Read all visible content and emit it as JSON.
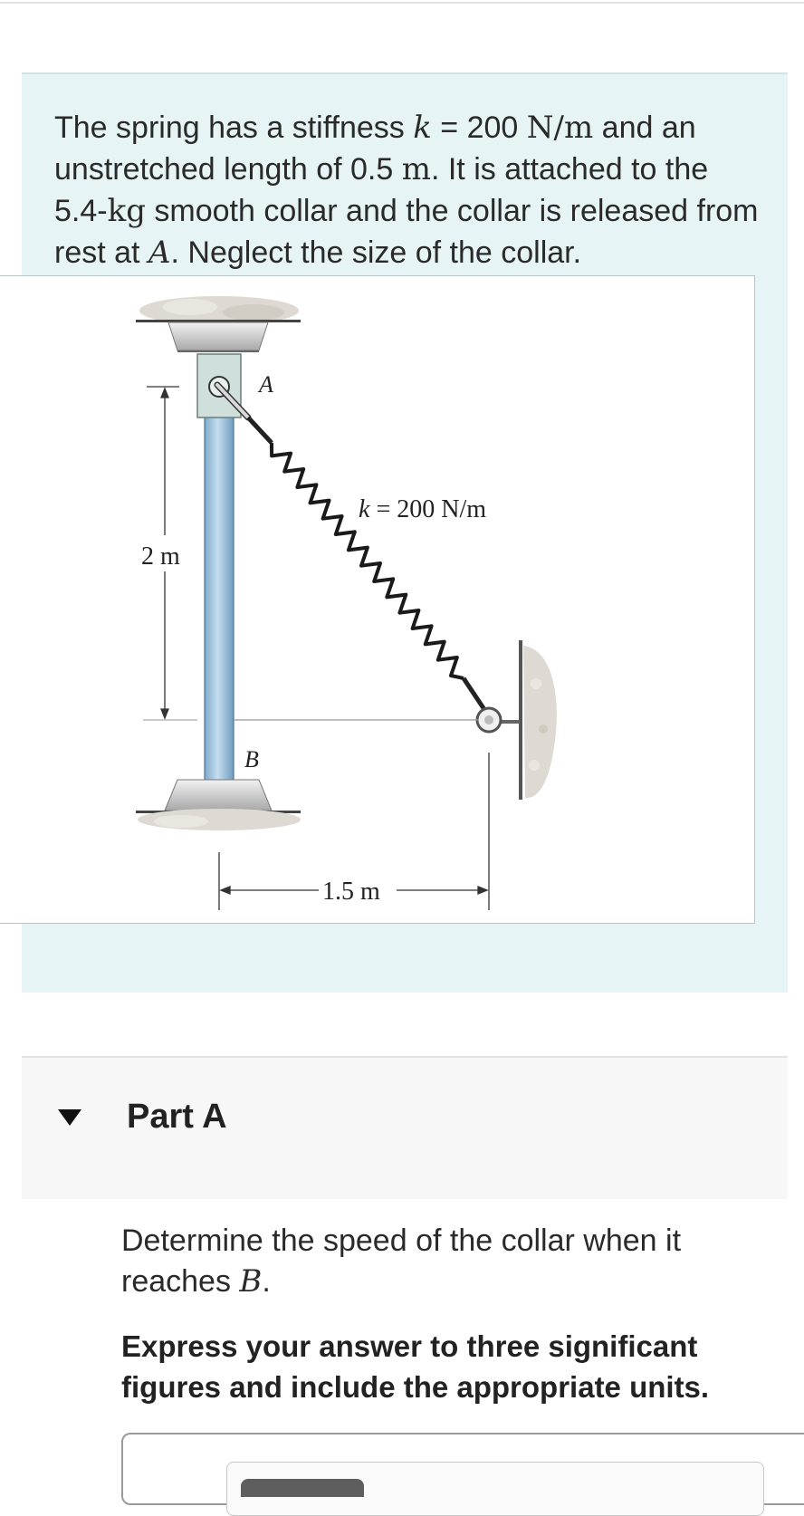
{
  "intro": {
    "t1": "The spring has a stiffness ",
    "k_sym": "k",
    "t2": " = 200 ",
    "k_unit": "N/m",
    "t3": " and an unstretched length of 0.5 ",
    "len_unit": "m",
    "t4": ". It is attached to the 5.4-",
    "mass_unit": "kg",
    "t5": " smooth collar and the collar is released from rest at ",
    "point_a": "A",
    "t6": ". Neglect the size of the collar."
  },
  "figure": {
    "label_a": "A",
    "label_b": "B",
    "spring_k_sym": "k",
    "spring_label": " = 200 N/m",
    "height_label": "2 m",
    "width_label": "1.5 m"
  },
  "part": {
    "title": "Part A"
  },
  "question": {
    "t1": "Determine the speed of the collar when it reaches ",
    "point_b": "B",
    "t2": "."
  },
  "instruction": "Express your answer to three significant figures and include the appropriate units.",
  "colors": {
    "panel_bg": "#e6f4f5",
    "rod": "#a9cbe4",
    "collar": "#cfe0dc"
  }
}
